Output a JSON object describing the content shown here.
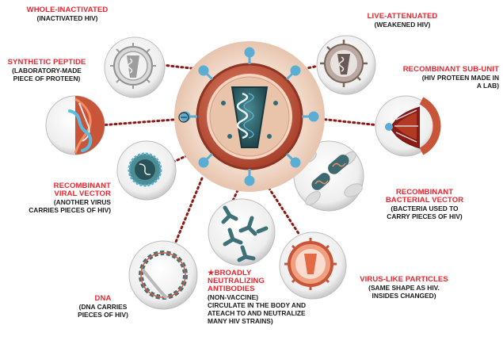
{
  "labels": {
    "whole_inactivated": {
      "title": "WHOLE-INACTIVATED",
      "sub": "(INACTIVATED HIV)"
    },
    "live_attenuated": {
      "title": "LIVE-ATTENUATED",
      "sub": "(WEAKENED HIV)"
    },
    "synthetic_peptide": {
      "title": "SYNTHETIC PEPTIDE",
      "sub1": "(LABORATORY-MADE",
      "sub2": "PIECE OF PROTEEN)"
    },
    "recombinant_subunit": {
      "title": "RECOMBINANT SUB-UNIT",
      "sub1": "(HIV PROTEEN MADE IN",
      "sub2": "A LAB)"
    },
    "recombinant_viral_vector": {
      "title1": "RECOMBINANT",
      "title2": "VIRAL VECTOR",
      "sub1": "(ANOTHER VIRUS",
      "sub2": "CARRIES PIECES OF HIV)"
    },
    "recombinant_bacterial_vector": {
      "title1": "RECOMBINANT",
      "title2": "BACTERIAL VECTOR",
      "sub1": "(BACTERIA USED TO",
      "sub2": "CARRY PIECES OF HIV)"
    },
    "dna": {
      "title": "DNA",
      "sub1": "(DNA CARRIES",
      "sub2": "PIECES OF HIV)"
    },
    "broadly_neutralizing": {
      "title1": "★BROADLY",
      "title2": "NEUTRALIZING",
      "title3": "ANTIBODIES",
      "sub1": "(NON-VACCINE)",
      "sub2": "CIRCULATE IN THE BODY AND",
      "sub3": "ATEACH TO AND NEUTRALIZE",
      "sub4": "MANY HIV STRAINS)"
    },
    "virus_like_particles": {
      "title": "VIRUS-LIKE PARTICLES",
      "sub1": "(SAME SHAPE AS HIV.",
      "sub2": "INSIDES CHANGED)"
    }
  },
  "colors": {
    "accent_red": "#e8262f",
    "dotted_line": "#8b1a14",
    "virus_shell": "#c8523a",
    "core_teal": "#2d5d63",
    "spike_blue": "#5aaed3"
  }
}
